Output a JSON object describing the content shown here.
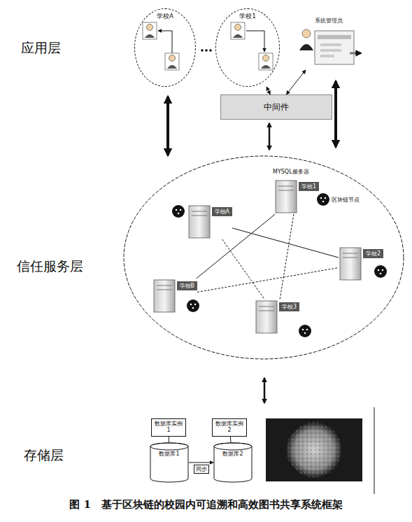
{
  "diagram": {
    "caption": "图 1　基于区块链的校园内可追溯和高效图书共享系统框架",
    "nodes": [
      {
        "text": [
          "学校A"
        ]
      },
      {
        "text": [
          "学校1"
        ]
      },
      {
        "text": [
          "系统管理员"
        ]
      },
      {
        "text": [
          "中间件"
        ]
      },
      {
        "text": [
          "学校1"
        ]
      },
      {
        "text": [
          "学校A"
        ]
      },
      {
        "text": [
          "学校2"
        ]
      },
      {
        "text": [
          "学校B"
        ]
      },
      {
        "text": [
          "学校3"
        ]
      },
      {
        "text": [
          "数据库实例1"
        ]
      },
      {
        "text": [
          "数据库实例2"
        ]
      },
      {
        "text": [
          "数据库1"
        ]
      },
      {
        "text": [
          "数据库2"
        ]
      }
    ],
    "edges": [
      {
        "from": 1,
        "to": 3,
        "arrow": "both"
      },
      {
        "from": 2,
        "to": 3,
        "arrow": "both"
      },
      {
        "from": 5,
        "to": 6,
        "arrow": "none"
      },
      {
        "from": 5,
        "to": 8,
        "arrow": "none"
      },
      {
        "from": 4,
        "to": 8,
        "arrow": "none"
      },
      {
        "from": 4,
        "to": 7,
        "arrow": "none"
      },
      {
        "from": 7,
        "to": 6,
        "arrow": "none"
      },
      {
        "from": 9,
        "to": 11,
        "arrow": "none"
      },
      {
        "from": 10,
        "to": 12,
        "arrow": "none"
      },
      {
        "from": 11,
        "to": 12,
        "label": "同步",
        "arrow": "to"
      }
    ],
    "labels": [
      "应用层",
      "信任服务层",
      "存储层",
      "MYSQL服务器",
      "区块链节点"
    ]
  }
}
